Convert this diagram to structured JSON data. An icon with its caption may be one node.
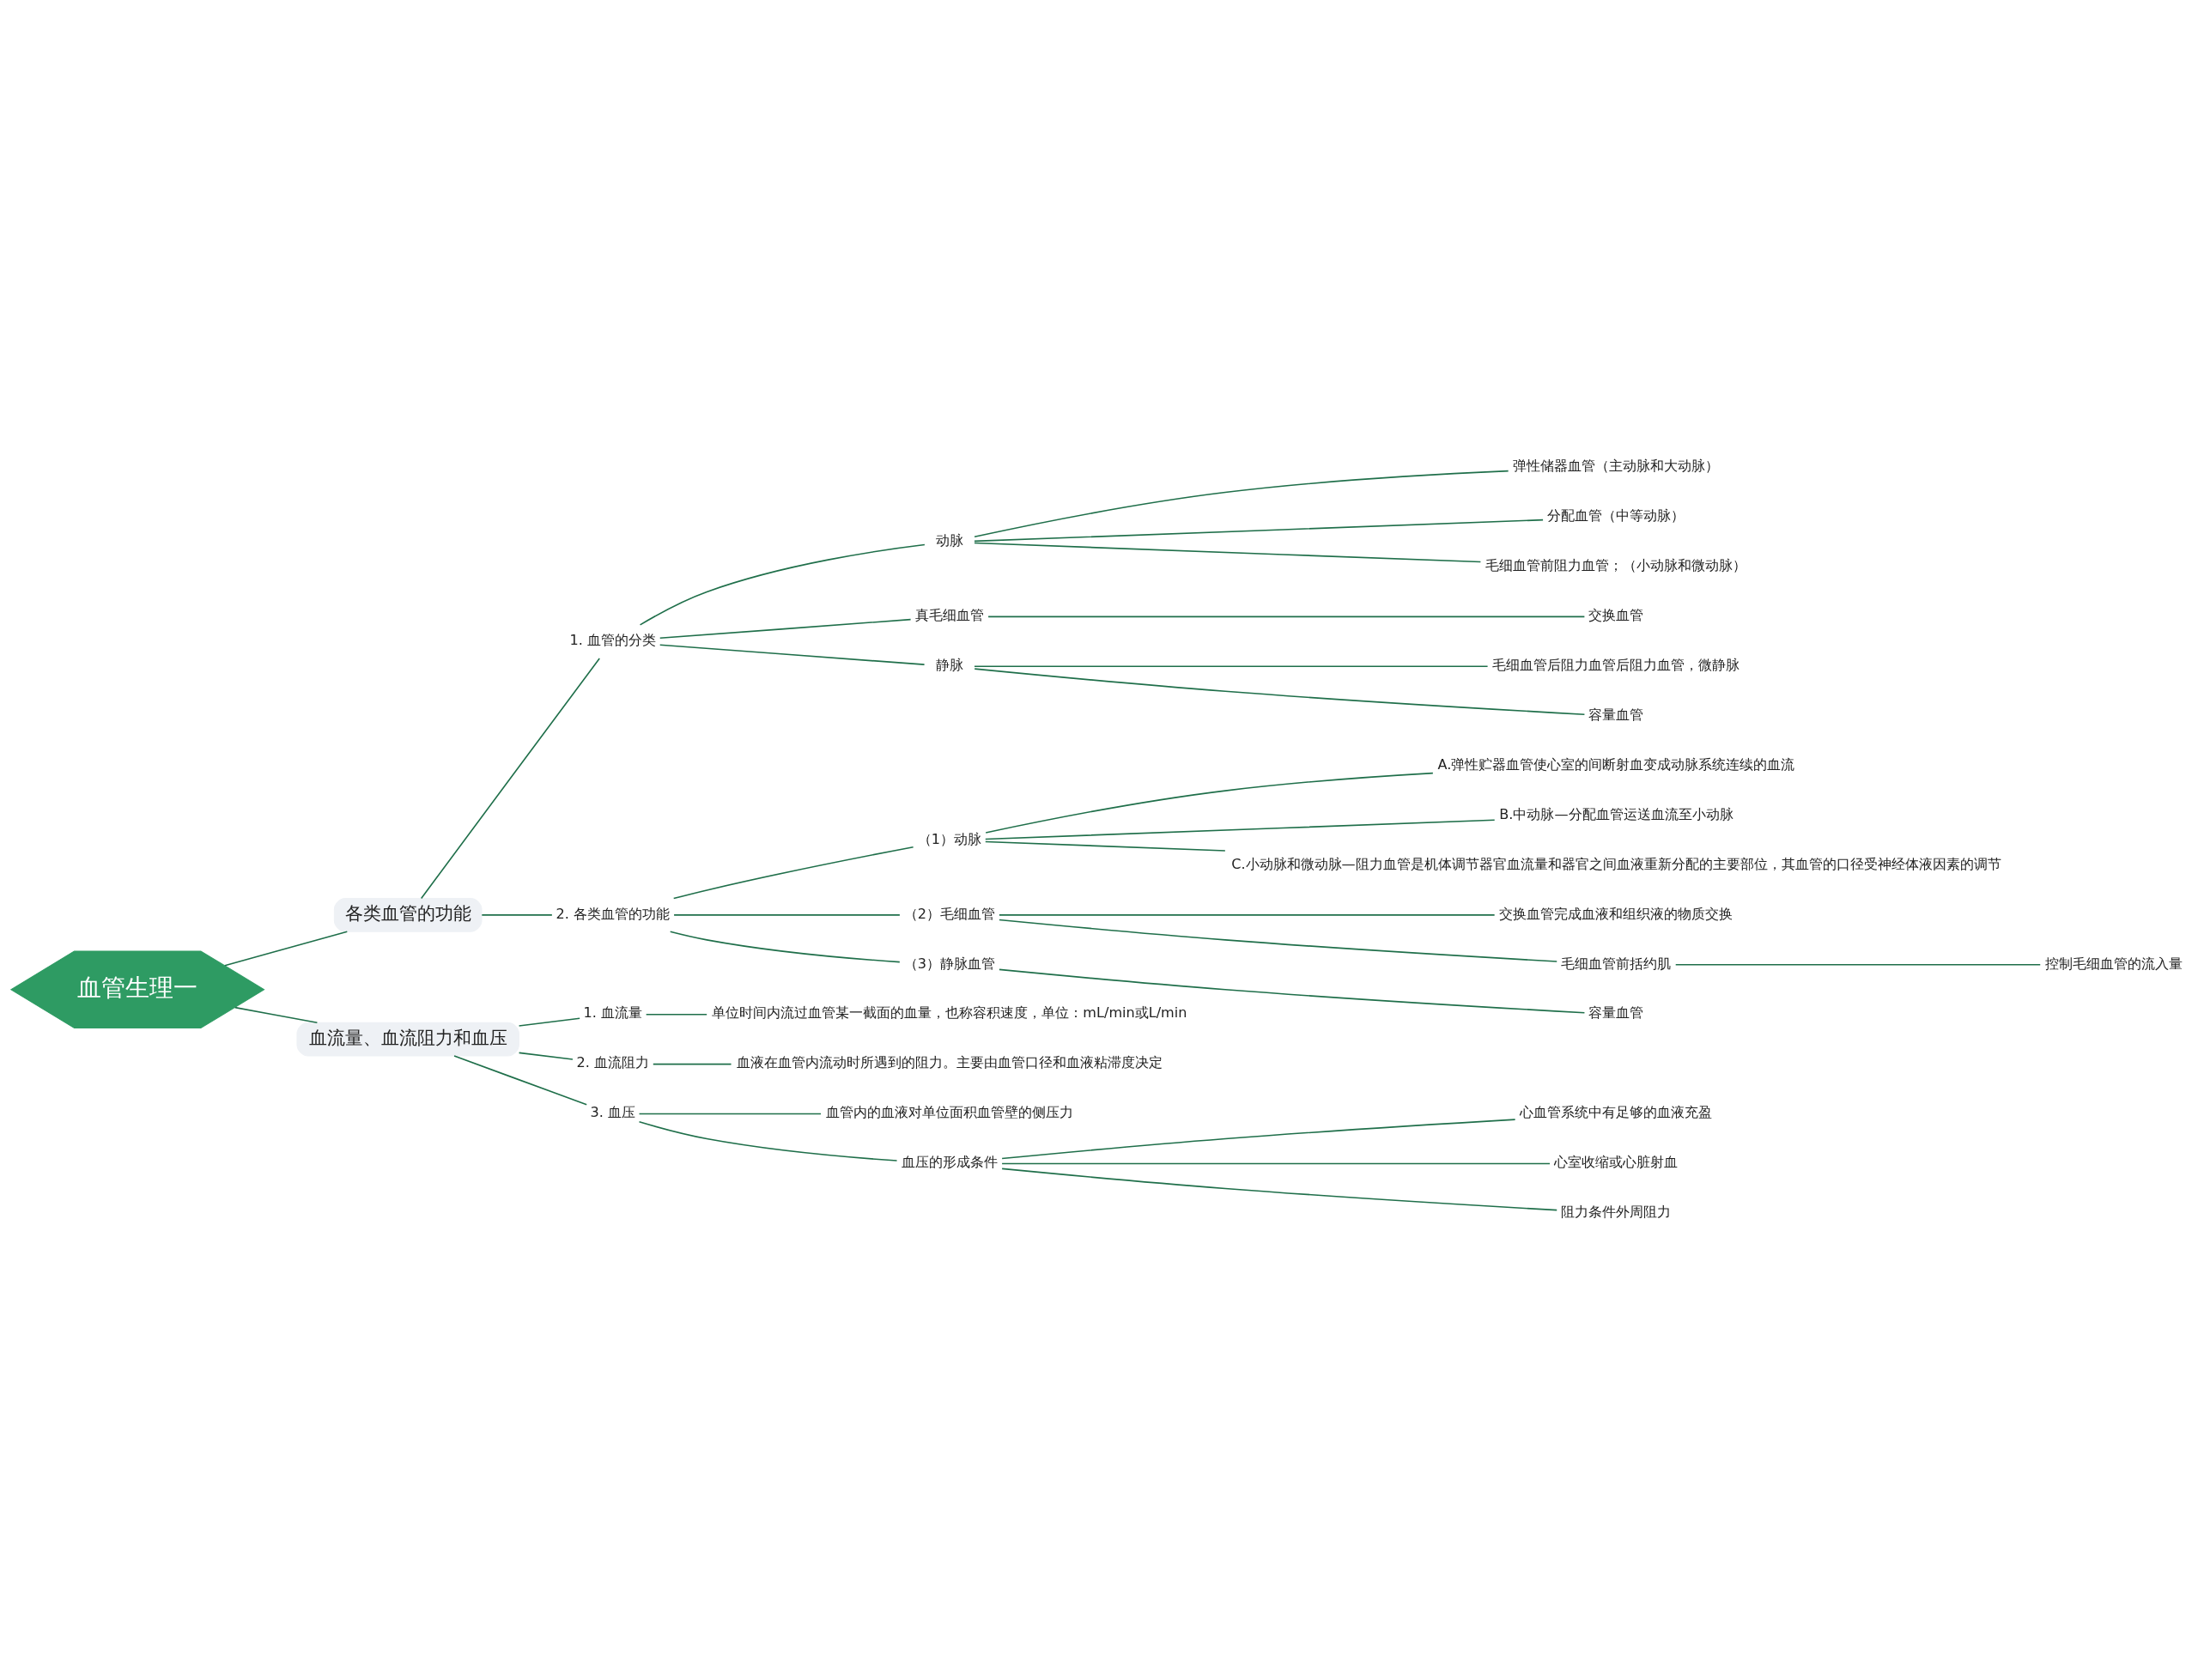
{
  "diagram": {
    "nodes": [
      {
        "text": [
          "血管生理一"
        ]
      },
      {
        "text": [
          "各类血管的功能"
        ]
      },
      {
        "text": [
          "1. 血管的分类"
        ]
      },
      {
        "text": [
          "动脉"
        ]
      },
      {
        "text": [
          "弹性储器血管（主动脉和大动脉）"
        ]
      },
      {
        "text": [
          "分配血管（中等动脉）"
        ]
      },
      {
        "text": [
          "毛细血管前阻力血管；（小动脉和微动脉）"
        ]
      },
      {
        "text": [
          "真毛细血管"
        ]
      },
      {
        "text": [
          "交换血管"
        ]
      },
      {
        "text": [
          "静脉"
        ]
      },
      {
        "text": [
          "毛细血管后阻力血管后阻力血管，微静脉"
        ]
      },
      {
        "text": [
          "容量血管"
        ]
      },
      {
        "text": [
          "2. 各类血管的功能"
        ]
      },
      {
        "text": [
          "（1）动脉"
        ]
      },
      {
        "text": [
          "A.弹性贮器血管使心室的间断射血变成动脉系统连续的血流"
        ]
      },
      {
        "text": [
          "B.中动脉—分配血管运送血流至小动脉"
        ]
      },
      {
        "text": [
          "C.小动脉和微动脉—阻力血管是机体调节器官血流量和器官之间血液重新分配的主要部位，其血管的口径受神经体液因素的调节"
        ]
      },
      {
        "text": [
          "（2）毛细血管"
        ]
      },
      {
        "text": [
          "交换血管完成血液和组织液的物质交换"
        ]
      },
      {
        "text": [
          "毛细血管前括约肌"
        ]
      },
      {
        "text": [
          "控制毛细血管的流入量"
        ]
      },
      {
        "text": [
          "（3）静脉血管"
        ]
      },
      {
        "text": [
          "容量血管"
        ]
      },
      {
        "text": [
          "血流量、血流阻力和血压"
        ]
      },
      {
        "text": [
          "1. 血流量"
        ]
      },
      {
        "text": [
          "单位时间内流过血管某一截面的血量，也称容积速度，单位：mL/min或L/min"
        ]
      },
      {
        "text": [
          "2. 血流阻力"
        ]
      },
      {
        "text": [
          "血液在血管内流动时所遇到的阻力。主要由血管口径和血液粘滞度决定"
        ]
      },
      {
        "text": [
          "3. 血压"
        ]
      },
      {
        "text": [
          "血管内的血液对单位面积血管壁的侧压力"
        ]
      },
      {
        "text": [
          "血压的形成条件"
        ]
      },
      {
        "text": [
          "心血管系统中有足够的血液充盈"
        ]
      },
      {
        "text": [
          "心室收缩或心脏射血"
        ]
      },
      {
        "text": [
          "阻力条件外周阻力"
        ]
      }
    ],
    "edges": [
      {
        "from": 0,
        "to": 1,
        "arrow": "none"
      },
      {
        "from": 1,
        "to": 2,
        "arrow": "none"
      },
      {
        "from": 2,
        "to": 3,
        "arrow": "none"
      },
      {
        "from": 3,
        "to": 4,
        "arrow": "none"
      },
      {
        "from": 3,
        "to": 5,
        "arrow": "none"
      },
      {
        "from": 3,
        "to": 6,
        "arrow": "none"
      },
      {
        "from": 2,
        "to": 7,
        "arrow": "none"
      },
      {
        "from": 7,
        "to": 8,
        "arrow": "none"
      },
      {
        "from": 2,
        "to": 9,
        "arrow": "none"
      },
      {
        "from": 9,
        "to": 10,
        "arrow": "none"
      },
      {
        "from": 9,
        "to": 11,
        "arrow": "none"
      },
      {
        "from": 1,
        "to": 12,
        "arrow": "none"
      },
      {
        "from": 12,
        "to": 13,
        "arrow": "none"
      },
      {
        "from": 13,
        "to": 14,
        "arrow": "none"
      },
      {
        "from": 13,
        "to": 15,
        "arrow": "none"
      },
      {
        "from": 13,
        "to": 16,
        "arrow": "none"
      },
      {
        "from": 12,
        "to": 17,
        "arrow": "none"
      },
      {
        "from": 17,
        "to": 18,
        "arrow": "none"
      },
      {
        "from": 17,
        "to": 19,
        "arrow": "none"
      },
      {
        "from": 19,
        "to": 20,
        "arrow": "none"
      },
      {
        "from": 12,
        "to": 21,
        "arrow": "none"
      },
      {
        "from": 21,
        "to": 22,
        "arrow": "none"
      },
      {
        "from": 0,
        "to": 23,
        "arrow": "none"
      },
      {
        "from": 23,
        "to": 24,
        "arrow": "none"
      },
      {
        "from": 24,
        "to": 25,
        "arrow": "none"
      },
      {
        "from": 23,
        "to": 26,
        "arrow": "none"
      },
      {
        "from": 26,
        "to": 27,
        "arrow": "none"
      },
      {
        "from": 23,
        "to": 28,
        "arrow": "none"
      },
      {
        "from": 28,
        "to": 29,
        "arrow": "none"
      },
      {
        "from": 28,
        "to": 30,
        "arrow": "none"
      },
      {
        "from": 30,
        "to": 31,
        "arrow": "none"
      },
      {
        "from": 30,
        "to": 32,
        "arrow": "none"
      },
      {
        "from": 30,
        "to": 33,
        "arrow": "none"
      }
    ]
  }
}
